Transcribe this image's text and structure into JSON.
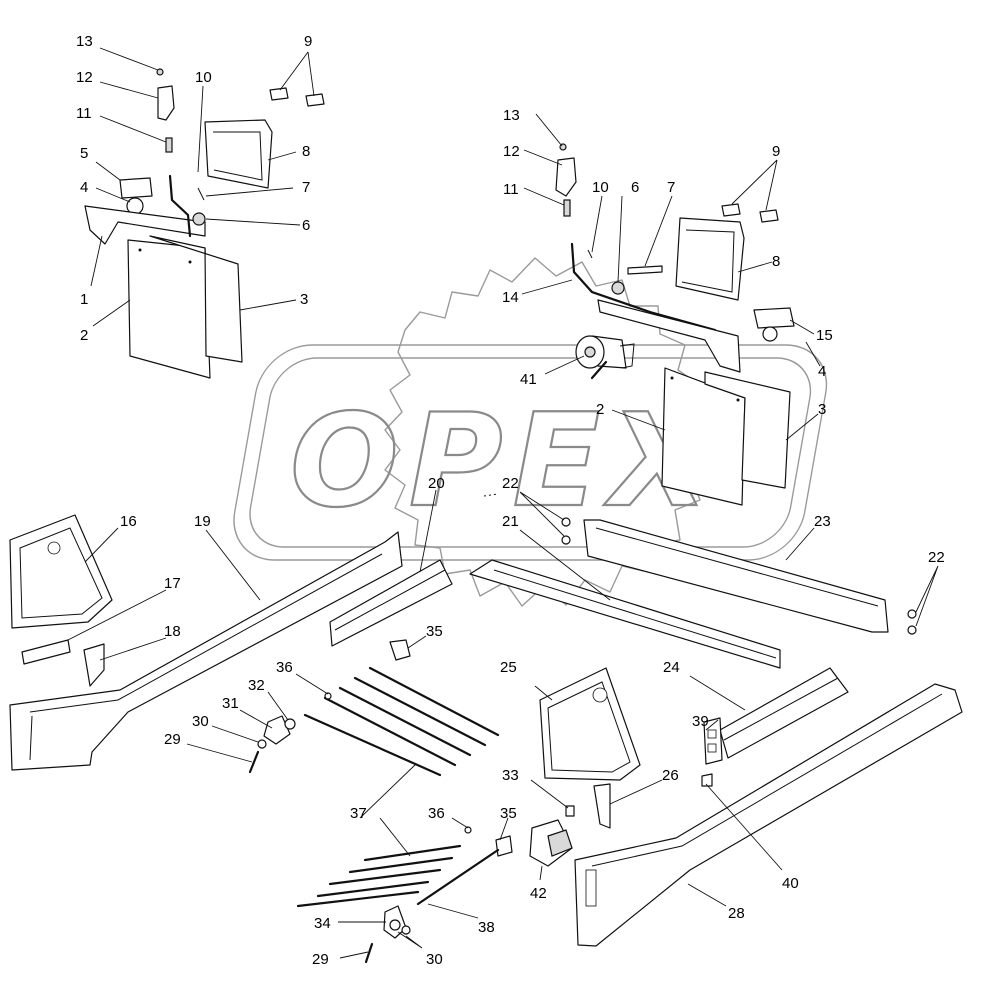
{
  "watermark": {
    "text": "OPEX"
  },
  "callouts": [
    "13",
    "12",
    "11",
    "10",
    "9",
    "8",
    "7",
    "6",
    "5",
    "4",
    "1",
    "2",
    "3",
    "13",
    "12",
    "11",
    "10",
    "6",
    "7",
    "9",
    "8",
    "14",
    "15",
    "41",
    "4",
    "2",
    "3",
    "16",
    "19",
    "20",
    "22",
    "21",
    "23",
    "22",
    "17",
    "18",
    "35",
    "36",
    "32",
    "31",
    "30",
    "29",
    "25",
    "24",
    "39",
    "33",
    "26",
    "37",
    "36",
    "35",
    "40",
    "42",
    "28",
    "34",
    "38",
    "29",
    "30"
  ],
  "colors": {
    "line": "#111111",
    "watermark": "#9a9a9a",
    "background": "#ffffff"
  }
}
